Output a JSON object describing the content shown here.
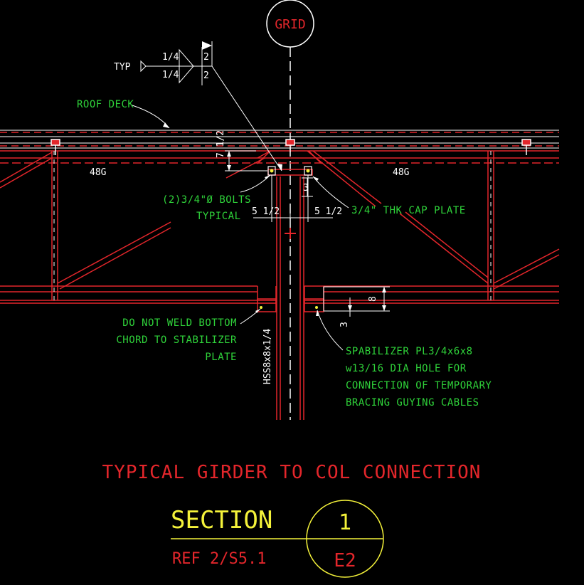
{
  "grid": {
    "label": "GRID"
  },
  "weld": {
    "typ_label": "TYP",
    "top_size": "1/4",
    "bottom_size": "1/4",
    "top_length": "2",
    "bottom_length": "2"
  },
  "labels": {
    "roof_deck": "ROOF DECK",
    "girder_left": "48G",
    "girder_right": "48G",
    "bolts_line1": "(2)3/4\"Ø BOLTS",
    "bolts_line2": "TYPICAL",
    "cap_plate": "3/4\" THK CAP PLATE",
    "dim_seat_depth": "7 1/2",
    "dim_left_offset": "5 1/2",
    "dim_right_offset": "5 1/2",
    "dim_cap_height": "3",
    "dim_plate_height": "8",
    "dim_hole_offset": "3",
    "column_size": "HSS8x8x1/4",
    "bottom_note_line1": "DO NOT WELD BOTTOM",
    "bottom_note_line2": "CHORD TO STABILIZER",
    "bottom_note_line3": "PLATE",
    "stabilizer_line1": "SPABILIZER PL3/4x6x8",
    "stabilizer_line2": "w13/16 DIA HOLE FOR",
    "stabilizer_line3": "CONNECTION OF TEMPORARY",
    "stabilizer_line4": "BRACING GUYING CABLES"
  },
  "title": {
    "main": "TYPICAL GIRDER TO COL CONNECTION",
    "section": "SECTION",
    "reference": "REF 2/S5.1",
    "bubble_number": "1",
    "bubble_sheet": "E2"
  },
  "colors": {
    "background": "#000000",
    "steel": "#e3262b",
    "annotation": "#2fd33a",
    "leader": "#ffffff",
    "title_block": "#f4f23a"
  }
}
